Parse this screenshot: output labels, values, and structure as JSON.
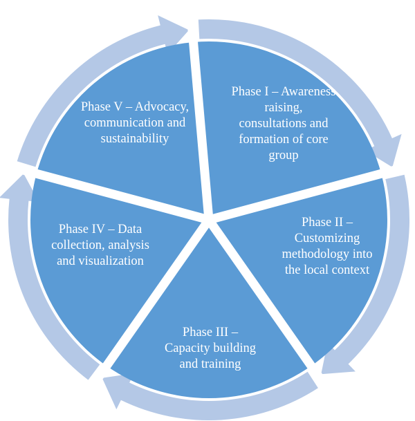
{
  "diagram": {
    "colors": {
      "segment_fill": "#5b9bd5",
      "ring_fill": "#b4c8e6",
      "separator": "#ffffff",
      "text": "#ffffff"
    },
    "phases": [
      {
        "lines": [
          "Phase I – Awareness",
          "raising,",
          "consultations  and",
          "formation of core",
          "group"
        ]
      },
      {
        "lines": [
          "Phase II –",
          "Customizing",
          "methodology into",
          "the local context"
        ]
      },
      {
        "lines": [
          "Phase III –",
          "Capacity building",
          "and training"
        ]
      },
      {
        "lines": [
          "Phase IV – Data",
          "collection, analysis",
          "and visualization"
        ]
      },
      {
        "lines": [
          "Phase V – Advocacy,",
          "communication and",
          "sustainability"
        ]
      }
    ]
  }
}
